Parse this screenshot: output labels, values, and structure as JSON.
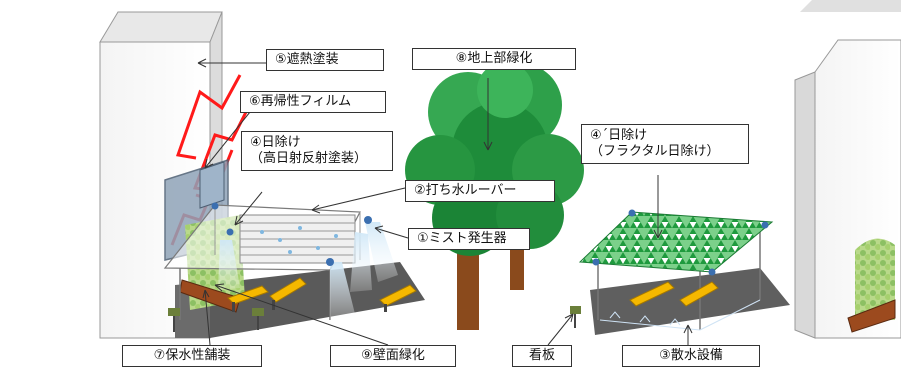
{
  "labels": {
    "shading_paint": "⑤遮熱塗装",
    "ground_greening": "⑧地上部緑化",
    "retroreflective_film": "⑥再帰性フィルム",
    "sunshade_line1": "④日除け",
    "sunshade_line2": "（高日射反射塗装）",
    "fractal_line1": "④´日除け",
    "fractal_line2": "（フラクタル日除け）",
    "louver": "②打ち水ルーバー",
    "mist": "①ミスト発生器",
    "pavement": "⑦保水性舗装",
    "wall_greening": "⑨壁面緑化",
    "signboard": "看板",
    "sprinkler": "③散水設備"
  },
  "colors": {
    "wall": "#ffffff",
    "wall_shade": "#d9d9d9",
    "ground": "#595959",
    "tree_green": "#1e8c3a",
    "trunk": "#8a4a1c",
    "film_red": "#ff0000",
    "bench": "#f5b800",
    "fractal_green": "#2fa84f",
    "pipe_blue": "#3b6fb0"
  }
}
